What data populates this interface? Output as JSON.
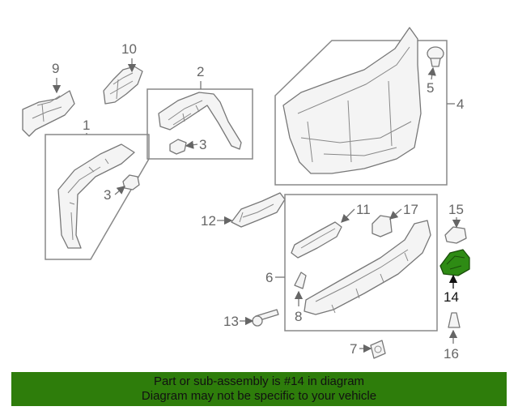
{
  "diagram": {
    "labels": {
      "p1": "1",
      "p2": "2",
      "p3a": "3",
      "p3b": "3",
      "p4": "4",
      "p5": "5",
      "p6": "6",
      "p7": "7",
      "p8": "8",
      "p9": "9",
      "p10": "10",
      "p11": "11",
      "p12": "12",
      "p13": "13",
      "p14": "14",
      "p15": "15",
      "p16": "16",
      "p17": "17"
    },
    "highlight_part": "14",
    "colors": {
      "highlight": "#2e8b14",
      "banner": "#2e7d0b",
      "line": "#777777"
    }
  },
  "banner": {
    "line1": "Part or sub-assembly is #14 in diagram",
    "line2": "Diagram may not be specific to your vehicle"
  }
}
